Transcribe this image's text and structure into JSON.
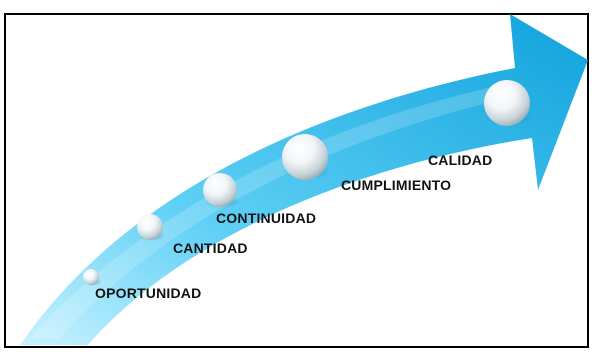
{
  "stages": [
    {
      "label": "OPORTUNIDAD"
    },
    {
      "label": "CANTIDAD"
    },
    {
      "label": "CONTINUIDAD"
    },
    {
      "label": "CUMPLIMIENTO"
    },
    {
      "label": "CALIDAD"
    }
  ],
  "colors": {
    "arrow_light": "#bfeeff",
    "arrow_mid": "#4fc8f2",
    "arrow_dark": "#0f9fd8",
    "frame": "#000000",
    "text": "#111111"
  }
}
